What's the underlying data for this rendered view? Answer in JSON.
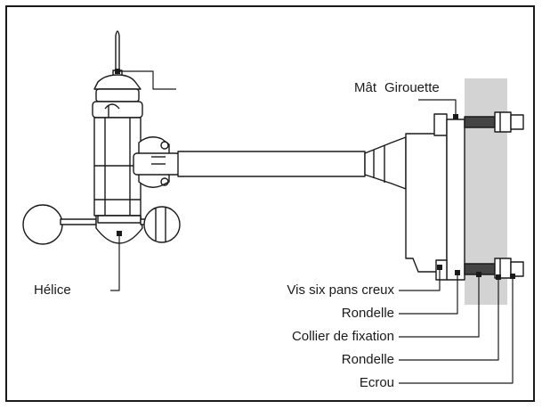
{
  "labels": {
    "mat": "Mât",
    "girouette": "Girouette",
    "helice": "Hélice",
    "vis": "Vis six pans creux",
    "rondelle1": "Rondelle",
    "collier": "Collier de fixation",
    "rondelle2": "Rondelle",
    "ecrou": "Ecrou"
  },
  "colors": {
    "line": "#1a1a1a",
    "mast": "#d3d3d3"
  }
}
